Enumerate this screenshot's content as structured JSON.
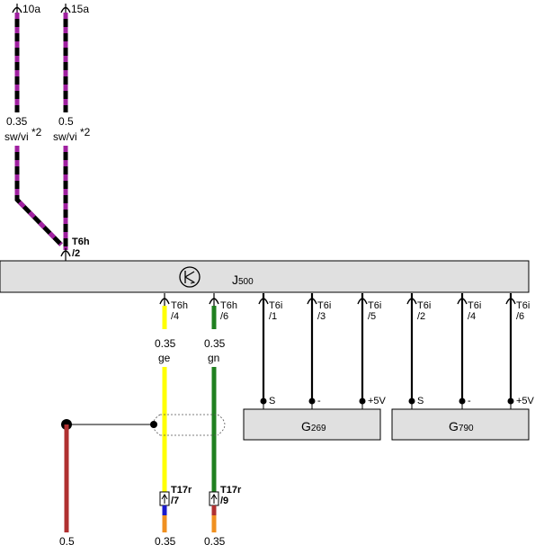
{
  "top_refs": [
    "10a",
    "15a"
  ],
  "wires_top": [
    {
      "size": "0.35",
      "color": "sw/vi",
      "note": "*2"
    },
    {
      "size": "0.5",
      "color": "sw/vi",
      "note": "*2"
    }
  ],
  "t6h_top": {
    "name": "T6h",
    "pin": "/2"
  },
  "control_unit": {
    "name": "J",
    "sub": "500"
  },
  "t6h_pins": [
    {
      "name": "T6h",
      "pin": "/4"
    },
    {
      "name": "T6h",
      "pin": "/6"
    }
  ],
  "t6h_wires": [
    {
      "size": "0.35",
      "color": "ge"
    },
    {
      "size": "0.35",
      "color": "gn"
    }
  ],
  "t6i_pins": [
    {
      "name": "T6i",
      "pin": "/1"
    },
    {
      "name": "T6i",
      "pin": "/3"
    },
    {
      "name": "T6i",
      "pin": "/5"
    },
    {
      "name": "T6i",
      "pin": "/2"
    },
    {
      "name": "T6i",
      "pin": "/4"
    },
    {
      "name": "T6i",
      "pin": "/6"
    }
  ],
  "sensor_terminals": [
    "S",
    "-",
    "+5V",
    "S",
    "-",
    "+5V"
  ],
  "sensors": [
    {
      "name": "G",
      "sub": "269"
    },
    {
      "name": "G",
      "sub": "790"
    }
  ],
  "t17r_pins": [
    {
      "name": "T17r",
      "pin": "/7"
    },
    {
      "name": "T17r",
      "pin": "/9"
    }
  ],
  "bottom_sizes": [
    "0.5",
    "0.35",
    "0.35"
  ],
  "colors": {
    "black": "#000000",
    "violet": "#a020a0",
    "yellow": "#ffff00",
    "green": "#208020",
    "red": "#b03030",
    "blue": "#1a1acc",
    "orange": "#f09020",
    "box_fill": "#e0e0e0"
  }
}
